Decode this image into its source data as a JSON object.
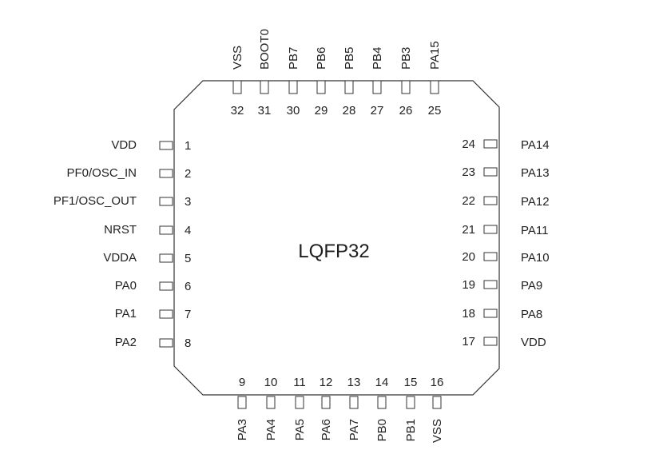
{
  "package": {
    "title": "LQFP32"
  },
  "pins": {
    "left": [
      {
        "num": "1",
        "name": "VDD"
      },
      {
        "num": "2",
        "name": "PF0/OSC_IN"
      },
      {
        "num": "3",
        "name": "PF1/OSC_OUT"
      },
      {
        "num": "4",
        "name": "NRST"
      },
      {
        "num": "5",
        "name": "VDDA"
      },
      {
        "num": "6",
        "name": "PA0"
      },
      {
        "num": "7",
        "name": "PA1"
      },
      {
        "num": "8",
        "name": "PA2"
      }
    ],
    "bottom": [
      {
        "num": "9",
        "name": "PA3"
      },
      {
        "num": "10",
        "name": "PA4"
      },
      {
        "num": "11",
        "name": "PA5"
      },
      {
        "num": "12",
        "name": "PA6"
      },
      {
        "num": "13",
        "name": "PA7"
      },
      {
        "num": "14",
        "name": "PB0"
      },
      {
        "num": "15",
        "name": "PB1"
      },
      {
        "num": "16",
        "name": "VSS"
      }
    ],
    "right": [
      {
        "num": "17",
        "name": "VDD"
      },
      {
        "num": "18",
        "name": "PA8"
      },
      {
        "num": "19",
        "name": "PA9"
      },
      {
        "num": "20",
        "name": "PA10"
      },
      {
        "num": "21",
        "name": "PA11"
      },
      {
        "num": "22",
        "name": "PA12"
      },
      {
        "num": "23",
        "name": "PA13"
      },
      {
        "num": "24",
        "name": "PA14"
      }
    ],
    "top": [
      {
        "num": "25",
        "name": "PA15"
      },
      {
        "num": "26",
        "name": "PB3"
      },
      {
        "num": "27",
        "name": "PB4"
      },
      {
        "num": "28",
        "name": "PB5"
      },
      {
        "num": "29",
        "name": "PB6"
      },
      {
        "num": "30",
        "name": "PB7"
      },
      {
        "num": "31",
        "name": "BOOT0"
      },
      {
        "num": "32",
        "name": "VSS"
      }
    ]
  }
}
